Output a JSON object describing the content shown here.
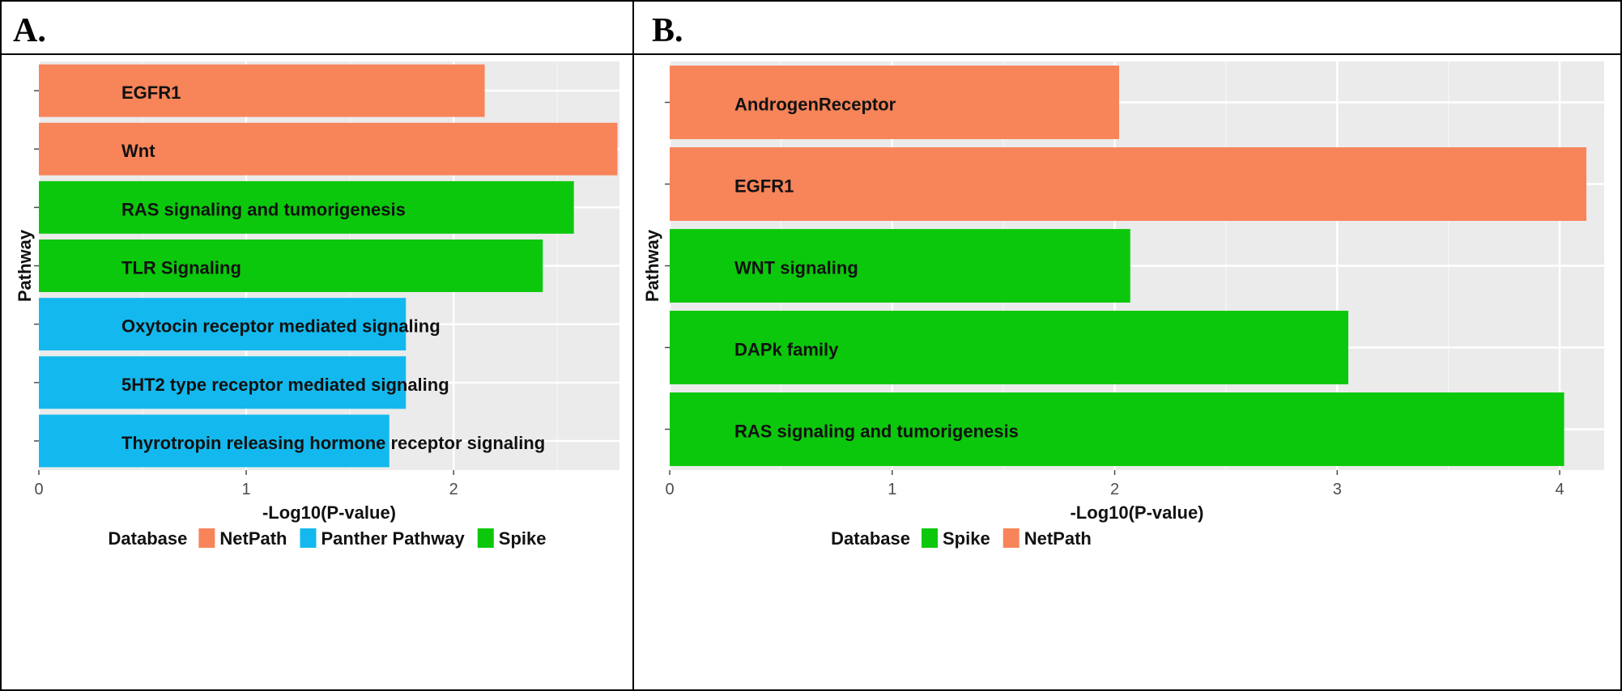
{
  "panels": [
    {
      "letter": "A."
    },
    {
      "letter": "B."
    }
  ],
  "chart_data": [
    {
      "type": "bar",
      "orientation": "horizontal",
      "xlabel": "-Log10(P-value)",
      "ylabel": "Pathway",
      "xlim": [
        0,
        2.8
      ],
      "xticks": [
        0,
        1,
        2
      ],
      "grid": true,
      "legend_position": "bottom",
      "legend_title": "Database",
      "legend": [
        {
          "name": "NetPath",
          "color": "#F8845A"
        },
        {
          "name": "Panther Pathway",
          "color": "#13B9EE"
        },
        {
          "name": "Spike",
          "color": "#0CC80C"
        }
      ],
      "categories": [
        "EGFR1",
        "Wnt",
        "RAS signaling and tumorigenesis",
        "TLR Signaling",
        "Oxytocin receptor mediated signaling",
        "5HT2 type receptor mediated signaling",
        "Thyrotropin releasing hormone receptor signaling"
      ],
      "values": [
        2.15,
        2.79,
        2.58,
        2.43,
        1.77,
        1.77,
        1.69
      ],
      "database": [
        "NetPath",
        "NetPath",
        "Spike",
        "Spike",
        "Panther Pathway",
        "Panther Pathway",
        "Panther Pathway"
      ]
    },
    {
      "type": "bar",
      "orientation": "horizontal",
      "xlabel": "-Log10(P-value)",
      "ylabel": "Pathway",
      "xlim": [
        0,
        4.2
      ],
      "xticks": [
        0,
        1,
        2,
        3,
        4
      ],
      "grid": true,
      "legend_position": "bottom",
      "legend_title": "Database",
      "legend": [
        {
          "name": "Spike",
          "color": "#0CC80C"
        },
        {
          "name": "NetPath",
          "color": "#F8845A"
        }
      ],
      "categories": [
        "AndrogenReceptor",
        "EGFR1",
        "WNT signaling",
        "DAPk family",
        "RAS signaling and tumorigenesis"
      ],
      "values": [
        2.02,
        4.12,
        2.07,
        3.05,
        4.02
      ],
      "database": [
        "NetPath",
        "NetPath",
        "Spike",
        "Spike",
        "Spike"
      ]
    }
  ]
}
